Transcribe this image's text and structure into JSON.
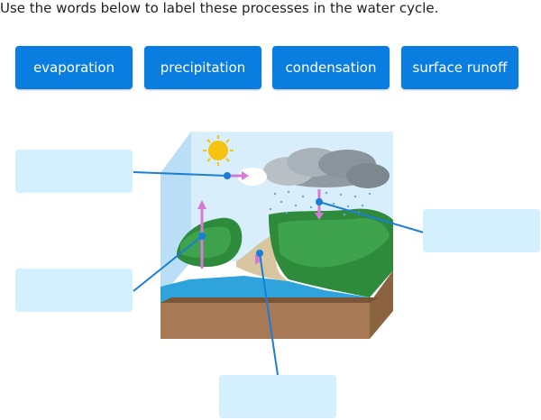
{
  "instructions": "Use the words below to label these processes in the water cycle.",
  "word_bank": [
    {
      "label": "evaporation"
    },
    {
      "label": "precipitation"
    },
    {
      "label": "condensation"
    },
    {
      "label": "surface runoff"
    }
  ],
  "colors": {
    "tile": "#0a7de1",
    "drop_box": "#d4effd",
    "leader_line": "#1a7ed6",
    "process_arrow": "#d77ad6",
    "sky": "#d8eefa",
    "water": "#2fa3dc",
    "soil": "#a77a55",
    "grass": "#2e8b3b"
  },
  "icons": {
    "sun": "sun-icon",
    "cloud": "cloud-icon"
  }
}
